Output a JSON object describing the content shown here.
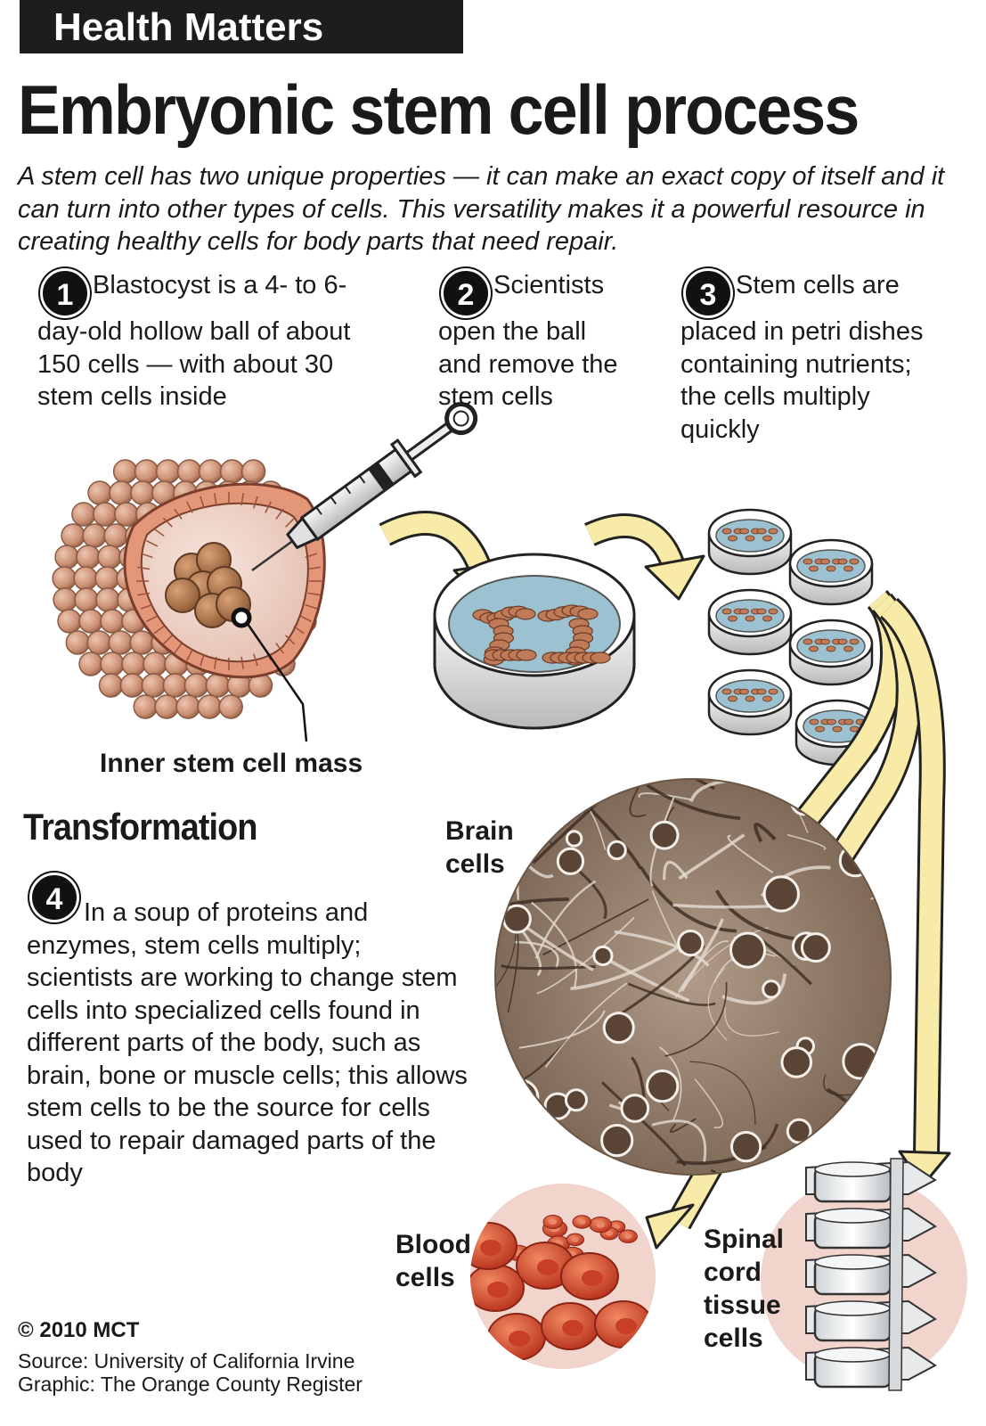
{
  "header": {
    "kicker": "Health Matters",
    "title": "Embryonic stem cell process",
    "intro": "A stem cell has two unique properties — it can make an exact copy of itself and it can turn into other types of cells. This versatility makes it a powerful resource in creating healthy cells for body parts that need repair."
  },
  "steps": [
    {
      "number": "1",
      "text": "Blastocyst is a 4- to 6-day-old hollow ball of about 150 cells — with about 30 stem cells inside"
    },
    {
      "number": "2",
      "text": "Scientists open the ball and remove the stem cells"
    },
    {
      "number": "3",
      "text": "Stem cells are placed in petri dishes containing nutrients; the cells multiply quickly"
    },
    {
      "number": "4",
      "text": "In a soup of proteins and enzymes, stem cells multiply; scientists are working to change stem cells into specialized cells found in different parts of the body, such as brain, bone or muscle cells; this allows stem cells to be the source for cells used to repair damaged parts of the body"
    }
  ],
  "labels": {
    "inner_mass": "Inner stem cell mass",
    "transformation": "Transformation",
    "brain_cells": "Brain cells",
    "blood_cells": "Blood cells",
    "spinal_cells": "Spinal cord tissue cells"
  },
  "footer": {
    "copyright": "© 2010 MCT",
    "source": "Source: University of California Irvine",
    "graphic": "Graphic: The Orange County Register"
  },
  "colors": {
    "cell": "#c98f72",
    "cell_dark": "#8a5a44",
    "shell": "#e49679",
    "dish_fluid": "#9cc2d2",
    "arrow": "#f8eba8",
    "brain_tone": "#8c7462",
    "blood": "#d64a2d",
    "bubble_bg": "#f1d4cb"
  }
}
